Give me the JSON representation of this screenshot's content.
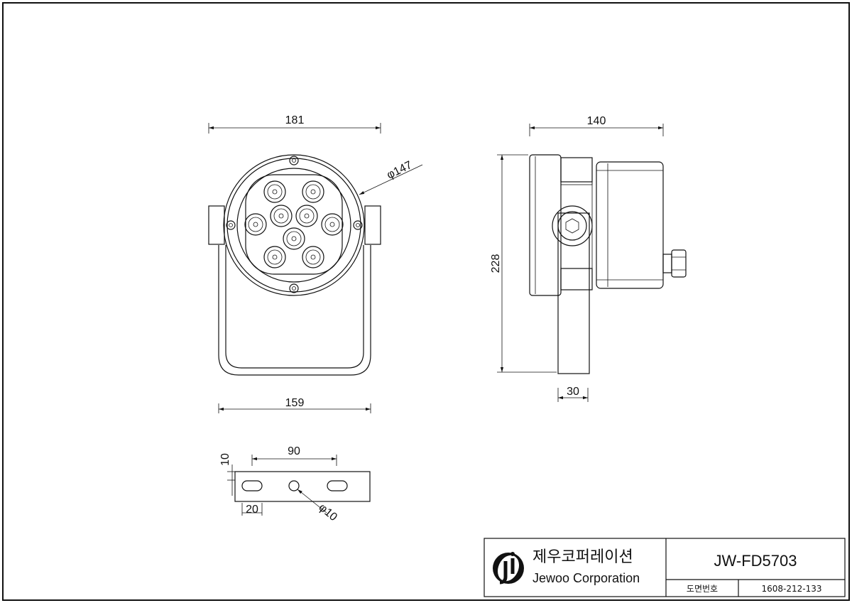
{
  "drawing": {
    "front_view": {
      "width_top": "181",
      "diameter": "φ147",
      "width_bottom": "159"
    },
    "side_view": {
      "depth": "140",
      "height": "228",
      "bracket": "30"
    },
    "bracket_view": {
      "hole_spacing": "90",
      "thickness": "10",
      "edge": "20",
      "hole_diameter": "φ10"
    }
  },
  "title_block": {
    "company_ko": "제우코퍼레이션",
    "company_en": "Jewoo Corporation",
    "model": "JW-FD5703",
    "drawing_no_label": "도면번호",
    "drawing_no": "1608-212-133"
  }
}
